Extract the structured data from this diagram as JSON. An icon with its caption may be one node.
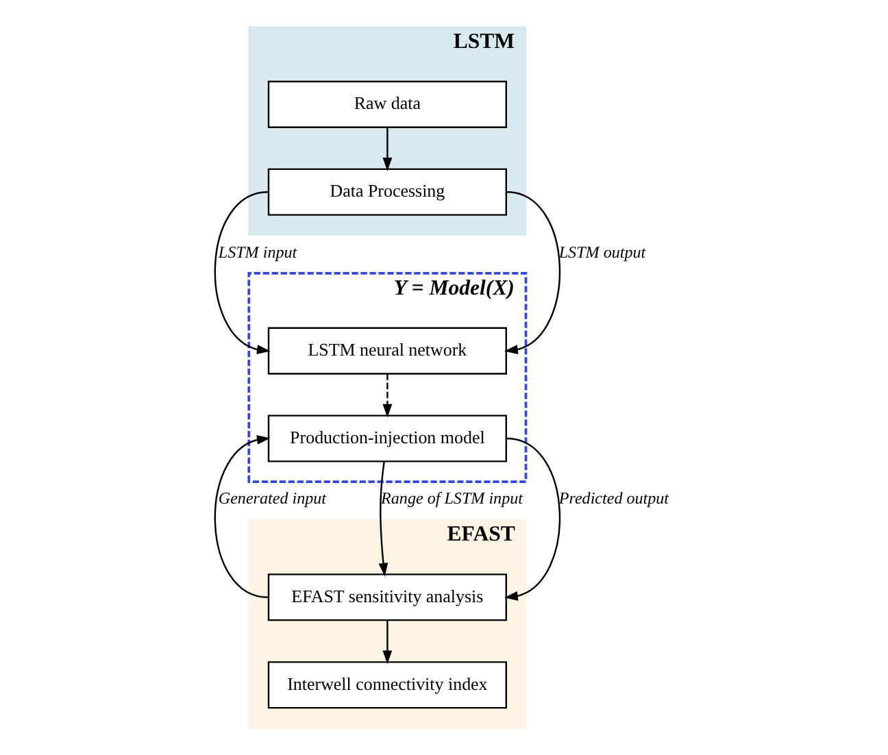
{
  "diagram": {
    "nodes": [
      {
        "text": [
          "LSTM"
        ]
      },
      {
        "text": [
          "Raw data"
        ],
        "in": 0
      },
      {
        "text": [
          "Data Processing"
        ],
        "in": 0
      },
      {
        "text": [
          "Y = Model(X)"
        ]
      },
      {
        "text": [
          "LSTM neural network"
        ],
        "in": 3
      },
      {
        "text": [
          "Production-injection model"
        ],
        "in": 3
      },
      {
        "text": [
          "EFAST"
        ]
      },
      {
        "text": [
          "EFAST sensitivity analysis"
        ],
        "in": 6
      },
      {
        "text": [
          "Interwell connectivity index"
        ],
        "in": 6
      }
    ],
    "edges": [
      {
        "from": 1,
        "to": 2,
        "arrow": "to"
      },
      {
        "from": 2,
        "to": 4,
        "arrow": "to",
        "label": "LSTM input"
      },
      {
        "from": 2,
        "to": 4,
        "arrow": "to",
        "label": "LSTM output"
      },
      {
        "from": 4,
        "to": 5,
        "arrow": "to",
        "style": "dashed"
      },
      {
        "from": 5,
        "to": 7,
        "arrow": "to",
        "label": "Range of LSTM input"
      },
      {
        "from": 7,
        "to": 5,
        "arrow": "to",
        "label": "Generated input"
      },
      {
        "from": 5,
        "to": 7,
        "arrow": "to",
        "label": "Predicted output"
      },
      {
        "from": 7,
        "to": 8,
        "arrow": "to"
      }
    ]
  }
}
